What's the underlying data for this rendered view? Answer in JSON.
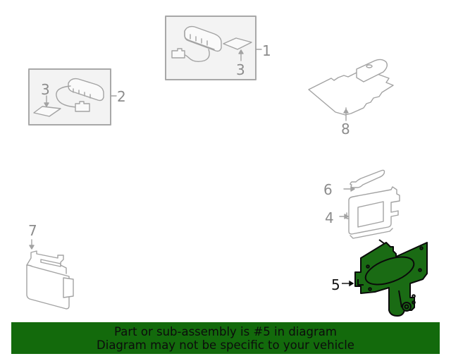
{
  "diagram": {
    "colors": {
      "line": "#9a9a9a",
      "box_fill": "#f3f3f3",
      "highlight_fill": "#1a6b14",
      "highlight_stroke": "#0a0a0a"
    },
    "callouts": [
      {
        "id": "1",
        "label": "1",
        "highlighted": false
      },
      {
        "id": "2",
        "label": "2",
        "highlighted": false
      },
      {
        "id": "3a",
        "label": "3",
        "highlighted": false
      },
      {
        "id": "3b",
        "label": "3",
        "highlighted": false
      },
      {
        "id": "4",
        "label": "4",
        "highlighted": false
      },
      {
        "id": "5",
        "label": "5",
        "highlighted": true
      },
      {
        "id": "6",
        "label": "6",
        "highlighted": false
      },
      {
        "id": "7",
        "label": "7",
        "highlighted": false
      },
      {
        "id": "8",
        "label": "8",
        "highlighted": false
      }
    ]
  },
  "banner": {
    "line1": "Part or sub-assembly is #5 in diagram",
    "line2": "Diagram may not be specific to your vehicle",
    "background": "#136a0c"
  }
}
